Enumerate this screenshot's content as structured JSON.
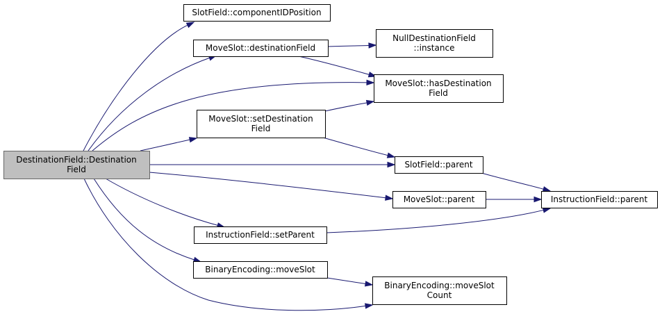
{
  "diagram": {
    "nodes": [
      {
        "id": "root",
        "lines": [
          "DestinationField::Destination",
          "Field"
        ],
        "root": true
      },
      {
        "id": "n_cidpos",
        "lines": [
          "SlotField::componentIDPosition"
        ]
      },
      {
        "id": "n_destfield",
        "lines": [
          "MoveSlot::destinationField"
        ]
      },
      {
        "id": "n_nullinst",
        "lines": [
          "NullDestinationField",
          "::instance"
        ]
      },
      {
        "id": "n_hasdest",
        "lines": [
          "MoveSlot::hasDestination",
          "Field"
        ]
      },
      {
        "id": "n_setdest",
        "lines": [
          "MoveSlot::setDestination",
          "Field"
        ]
      },
      {
        "id": "n_sfparent",
        "lines": [
          "SlotField::parent"
        ]
      },
      {
        "id": "n_msparent",
        "lines": [
          "MoveSlot::parent"
        ]
      },
      {
        "id": "n_ifparent",
        "lines": [
          "InstructionField::parent"
        ]
      },
      {
        "id": "n_ifsetparent",
        "lines": [
          "InstructionField::setParent"
        ]
      },
      {
        "id": "n_bemoveslot",
        "lines": [
          "BinaryEncoding::moveSlot"
        ]
      },
      {
        "id": "n_bemoveslotcount",
        "lines": [
          "BinaryEncoding::moveSlot",
          "Count"
        ]
      }
    ],
    "edges": [
      {
        "from": "root",
        "to": "n_cidpos"
      },
      {
        "from": "root",
        "to": "n_destfield"
      },
      {
        "from": "root",
        "to": "n_hasdest"
      },
      {
        "from": "root",
        "to": "n_setdest"
      },
      {
        "from": "root",
        "to": "n_sfparent"
      },
      {
        "from": "root",
        "to": "n_msparent"
      },
      {
        "from": "root",
        "to": "n_ifsetparent"
      },
      {
        "from": "root",
        "to": "n_bemoveslot"
      },
      {
        "from": "root",
        "to": "n_bemoveslotcount"
      },
      {
        "from": "n_destfield",
        "to": "n_nullinst"
      },
      {
        "from": "n_destfield",
        "to": "n_hasdest"
      },
      {
        "from": "n_setdest",
        "to": "n_hasdest"
      },
      {
        "from": "n_setdest",
        "to": "n_sfparent"
      },
      {
        "from": "n_sfparent",
        "to": "n_ifparent"
      },
      {
        "from": "n_msparent",
        "to": "n_ifparent"
      },
      {
        "from": "n_ifsetparent",
        "to": "n_ifparent"
      },
      {
        "from": "n_bemoveslot",
        "to": "n_bemoveslotcount"
      }
    ]
  }
}
